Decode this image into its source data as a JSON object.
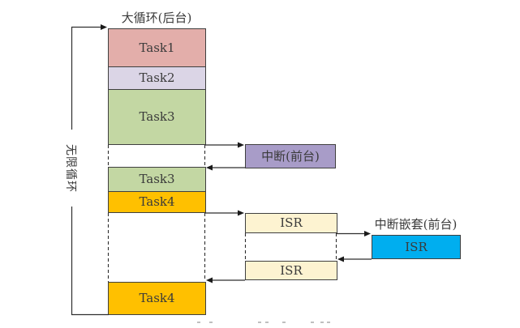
{
  "figure": {
    "title": "大循环(后台)",
    "loop_label": "无限循环",
    "nested_title": "中断嵌套(前台)"
  },
  "blocks": {
    "task1": {
      "label": "Task1",
      "color": "#e3aeaa"
    },
    "task2": {
      "label": "Task2",
      "color": "#dbd5e6"
    },
    "task3a": {
      "label": "Task3",
      "color": "#c3d7a3"
    },
    "task3b": {
      "label": "Task3",
      "color": "#c3d7a3"
    },
    "task4a": {
      "label": "Task4",
      "color": "#ffc000"
    },
    "task4b": {
      "label": "Task4",
      "color": "#ffc000"
    },
    "interrupt": {
      "label": "中断(前台)",
      "color": "#a89cc8"
    },
    "isr1": {
      "label": "ISR",
      "color": "#fdf3d1"
    },
    "isr2": {
      "label": "ISR",
      "color": "#fdf3d1"
    },
    "isr_nested": {
      "label": "ISR",
      "color": "#00aeef"
    }
  },
  "colors": {
    "line": "#2f2f2f",
    "text": "#3a3a3a",
    "background": "#ffffff"
  }
}
